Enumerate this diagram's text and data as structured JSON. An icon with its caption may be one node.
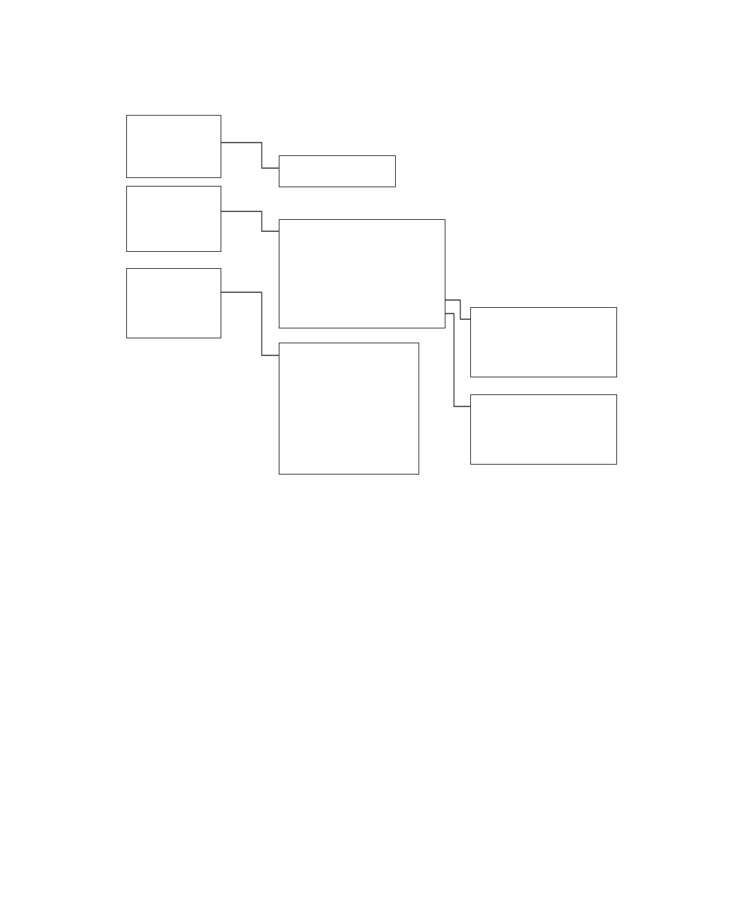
{
  "diagram": {
    "nodes": [
      {
        "text": [],
        "shape": "box"
      },
      {
        "text": [],
        "shape": "box"
      },
      {
        "text": [],
        "shape": "box"
      },
      {
        "text": [],
        "shape": "box"
      },
      {
        "text": [],
        "shape": "box"
      },
      {
        "text": [],
        "shape": "box"
      },
      {
        "text": [],
        "shape": "box"
      },
      {
        "text": [],
        "shape": "box"
      }
    ],
    "edges": [
      {
        "from": 0,
        "to": 3,
        "arrow": "none"
      },
      {
        "from": 1,
        "to": 4,
        "arrow": "none"
      },
      {
        "from": 2,
        "to": 5,
        "arrow": "none"
      },
      {
        "from": 4,
        "to": 6,
        "arrow": "none"
      },
      {
        "from": 4,
        "to": 7,
        "arrow": "none"
      }
    ]
  }
}
